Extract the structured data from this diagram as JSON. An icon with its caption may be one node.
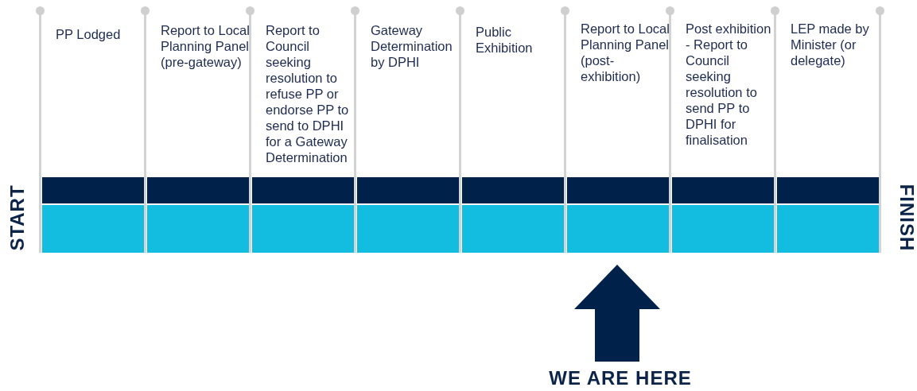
{
  "diagram": {
    "labels": [
      "START",
      "PP Lodged",
      "Report to Local Planning Panel (pre-gateway)",
      "Report to Council seeking resolution to refuse PP or endorse PP to send to DPHI for a Gateway Determination",
      "Gateway Determination by DPHI",
      "Public Exhibition",
      "Report to Local Planning Panel (post-exhibition)",
      "Post exhibition - Report to Council seeking resolution to send PP to DPHI for finalisation",
      "LEP made by Minister (or delegate)",
      "FINISH",
      "WE ARE HERE"
    ]
  }
}
